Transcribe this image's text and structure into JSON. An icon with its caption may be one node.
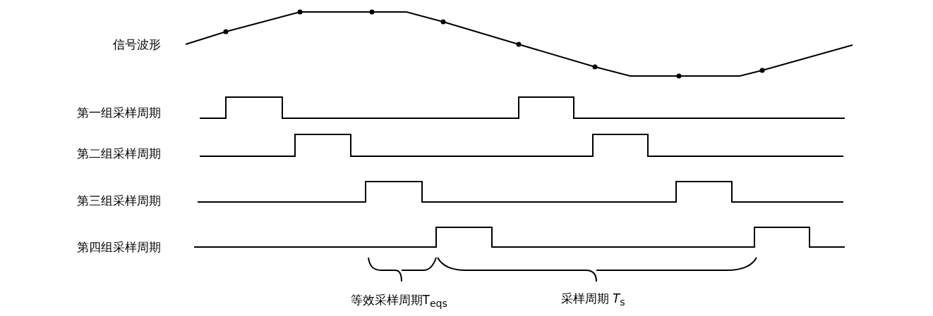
{
  "diagram": {
    "labels": [
      "信号波形",
      "第一组采样周期",
      "第二组采样周期",
      "第三组采样周期",
      "第四组采样周期",
      "等效采样周期T$_{eqs}$",
      "采样周期 *T*$_{s}$"
    ]
  }
}
